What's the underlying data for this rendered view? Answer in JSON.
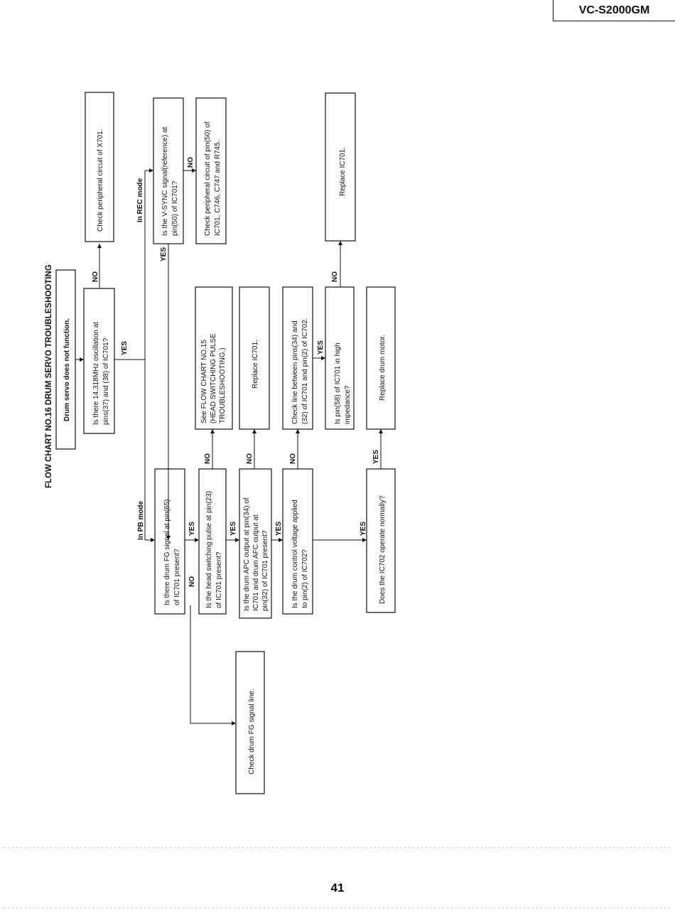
{
  "header": {
    "model": "VC-S2000GM"
  },
  "page_number": "41",
  "flowchart": {
    "title": "FLOW CHART NO.16 DRUM SERVO TROUBLESHOOTING",
    "modes": {
      "pb": "In PB mode",
      "rec": "In REC mode"
    },
    "labels": {
      "yes": "YES",
      "no": "NO"
    },
    "nodes": {
      "start": [
        "Drum servo does not function."
      ],
      "osc_check": [
        "Is there 14.318MHz oscillation at",
        "pins(37) and (38) of IC701?"
      ],
      "x701": [
        "Check peripheral circuit of X701."
      ],
      "vsync_check": [
        "Is the V-SYNC signal(reference) at",
        "pin(50) of IC701?"
      ],
      "pin50_periph": [
        "Check peripheral circuit of pin(50) of",
        "IC701, C746, C747 and R745."
      ],
      "fg_check": [
        "Is there drum FG signal at pin(65)",
        "of IC701 present?"
      ],
      "fg_line": [
        "Check drum FG signal line."
      ],
      "hsw_check": [
        "Is the head switching pulse at pin(23)",
        "of IC701 present?"
      ],
      "fc15": [
        "See FLOW CHART NO.15",
        "(HEAD SWITCHING PULSE",
        "TROUBLESHOOTING.)"
      ],
      "apc_check": [
        "Is the drum APC output at pin(34) of",
        "IC701 and drum AFC output at",
        "pin(32) of IC701 present?"
      ],
      "replace_ic701_a": [
        "Replace IC701."
      ],
      "ctrl_check": [
        "Is the drum control voltage applied",
        "to pin(2) of IC702?"
      ],
      "line_check": [
        "Check line between pins(34) and",
        "(32) of IC701 and pin(2) of IC702."
      ],
      "pin58_check": [
        "Is pin(58) of IC701 in high",
        "impedance?"
      ],
      "replace_ic701_b": [
        "Replace IC701."
      ],
      "ic702_check": [
        "Does the IC702 operate normally?"
      ],
      "replace_motor": [
        "Replace drum motor."
      ]
    }
  }
}
